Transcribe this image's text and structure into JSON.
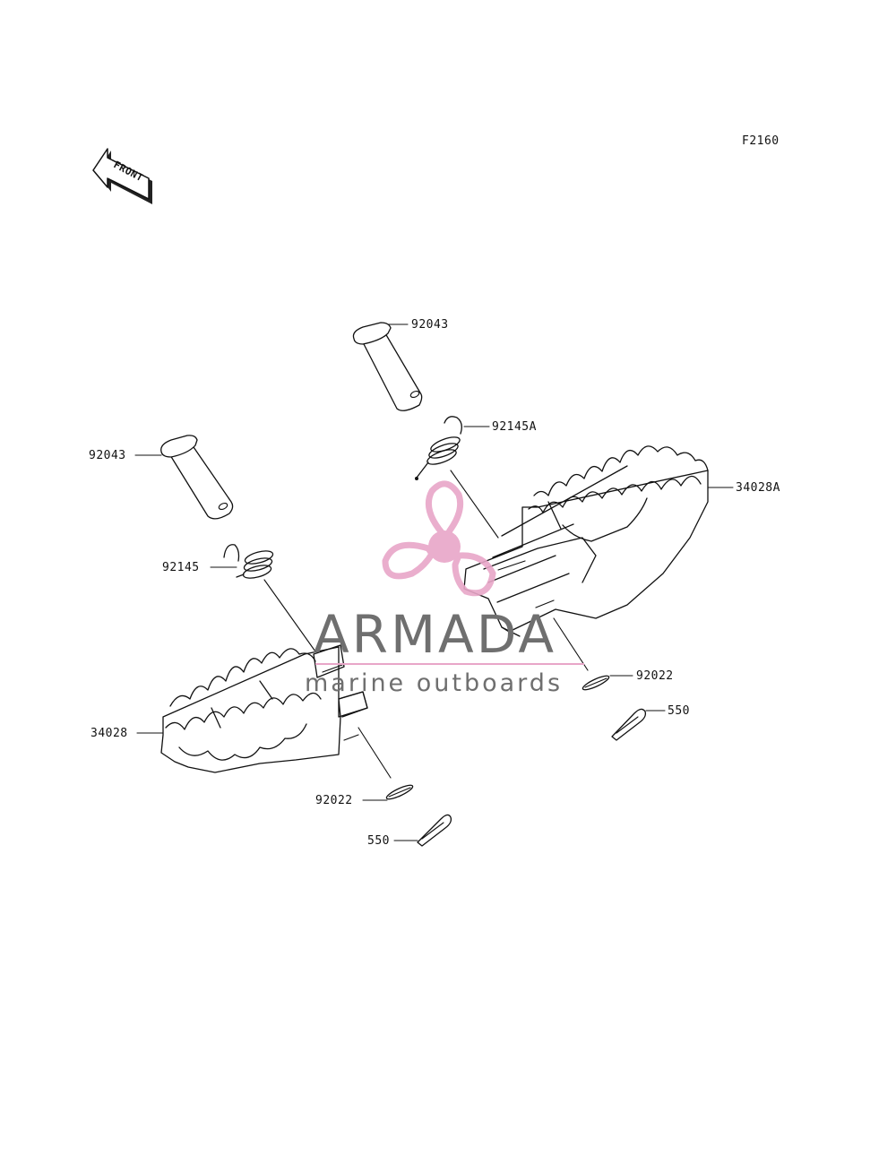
{
  "figure_code": "F2160",
  "front_label": "FRONT",
  "watermark": {
    "name": "ARMADA",
    "tagline": "marine outboards",
    "logo_color": "#e8a6c8",
    "text_color": "#6f6f6f"
  },
  "callouts": {
    "pin_upper": "92043",
    "pin_left": "92043",
    "spring_right": "92145A",
    "spring_left": "92145",
    "footpeg_right": "34028A",
    "footpeg_left": "34028",
    "washer_right": "92022",
    "washer_left": "92022",
    "cotter_right": "550",
    "cotter_left": "550"
  }
}
